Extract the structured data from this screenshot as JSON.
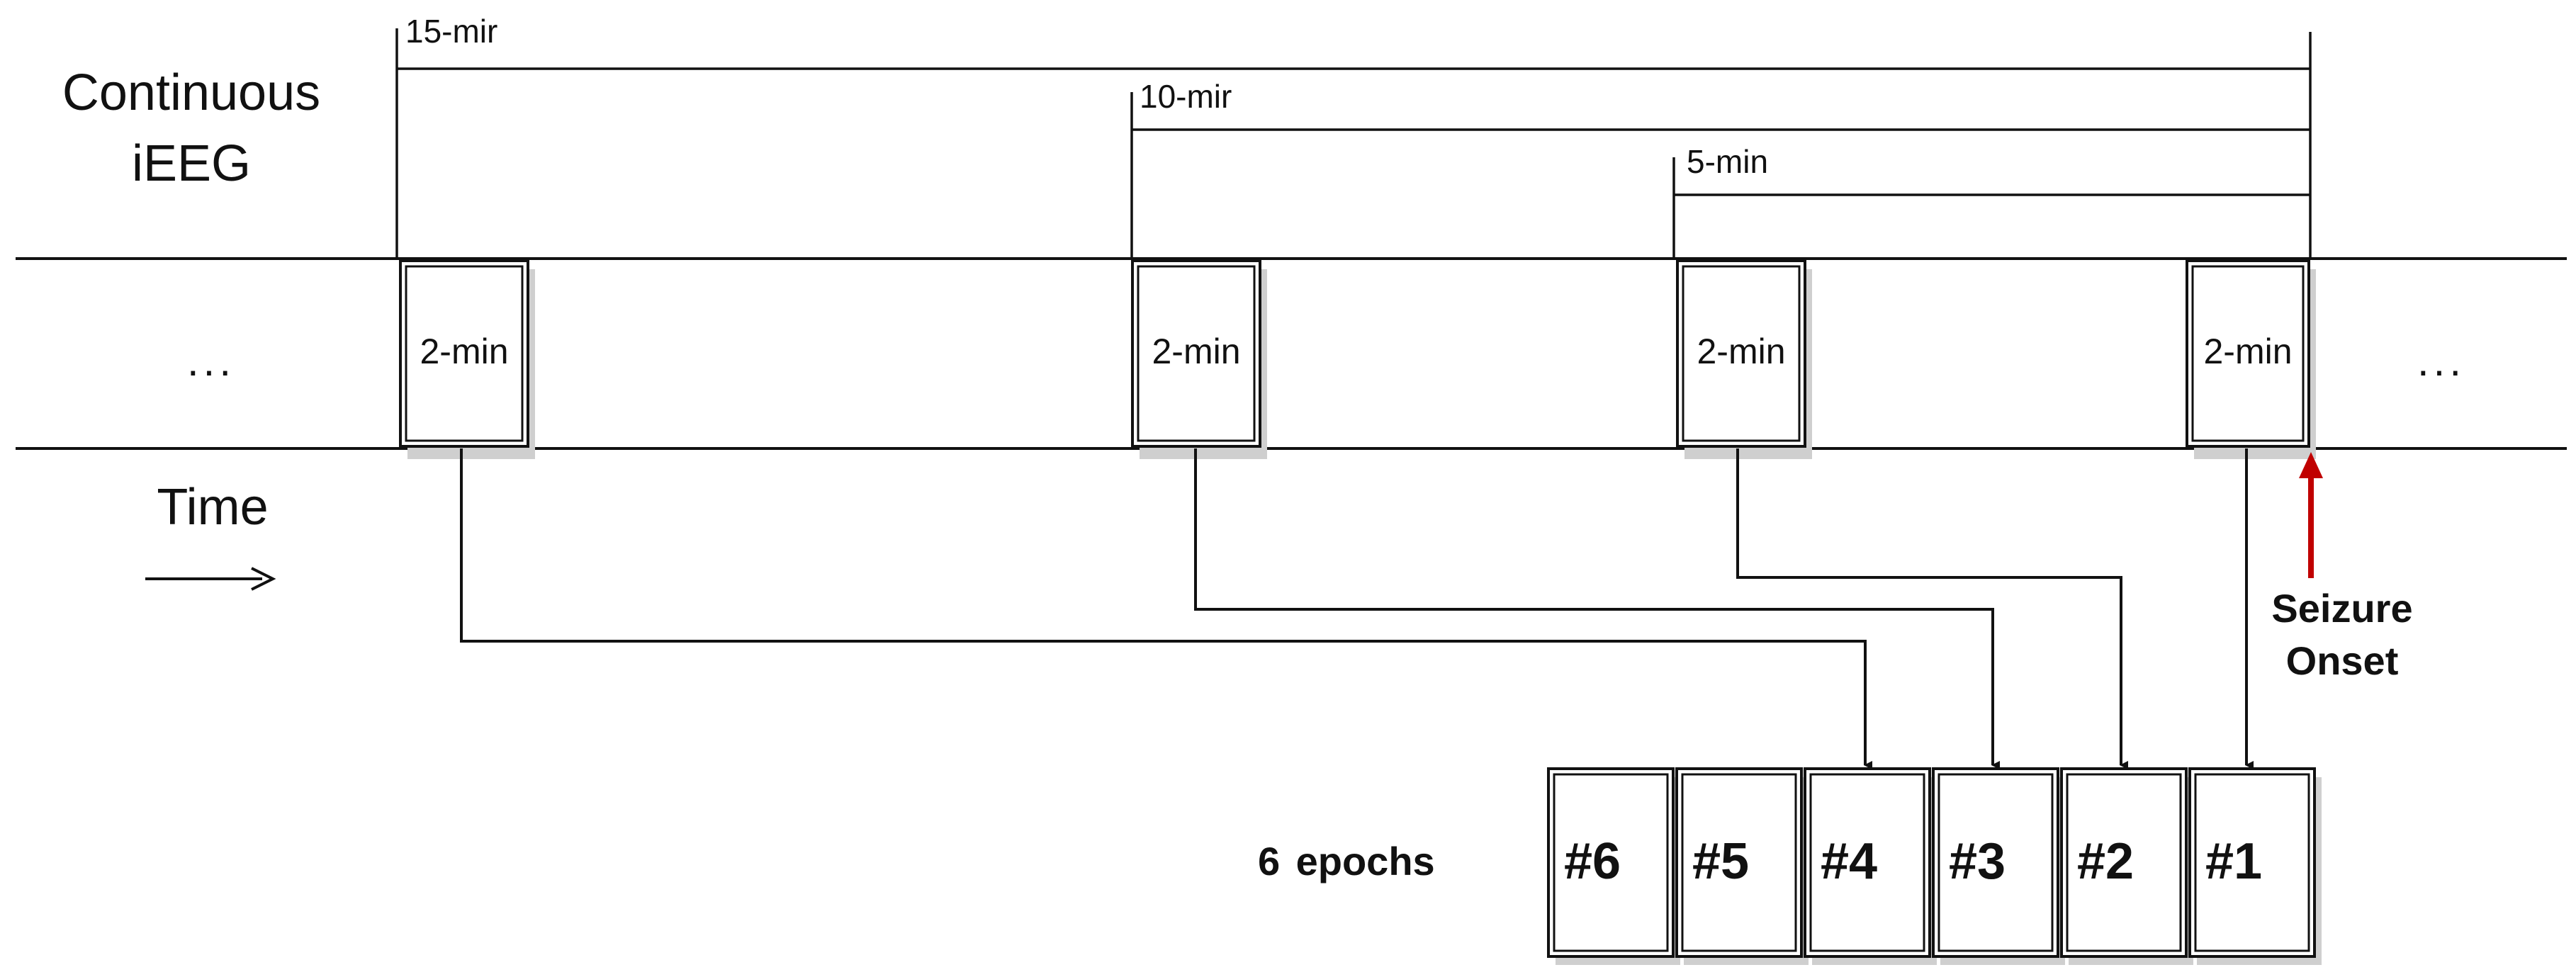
{
  "title": {
    "line1": "Continuous",
    "line2": "iEEG"
  },
  "time_label": "Time",
  "ellipsis_left": "...",
  "ellipsis_right": "...",
  "ranges": [
    {
      "label": "15-mir"
    },
    {
      "label": "10-mir"
    },
    {
      "label": "5-min"
    }
  ],
  "segments": [
    {
      "label": "2-min"
    },
    {
      "label": "2-min"
    },
    {
      "label": "2-min"
    },
    {
      "label": "2-min"
    }
  ],
  "seizure": {
    "line1": "Seizure",
    "line2": "Onset",
    "arrow_color": "#c00000"
  },
  "epochs_caption": {
    "count": "6",
    "word": "epochs"
  },
  "epochs": [
    "#6",
    "#5",
    "#4",
    "#3",
    "#2",
    "#1"
  ],
  "colors": {
    "line": "#111111",
    "shadow": "#cfcfcf",
    "seizure_arrow": "#c00000"
  }
}
